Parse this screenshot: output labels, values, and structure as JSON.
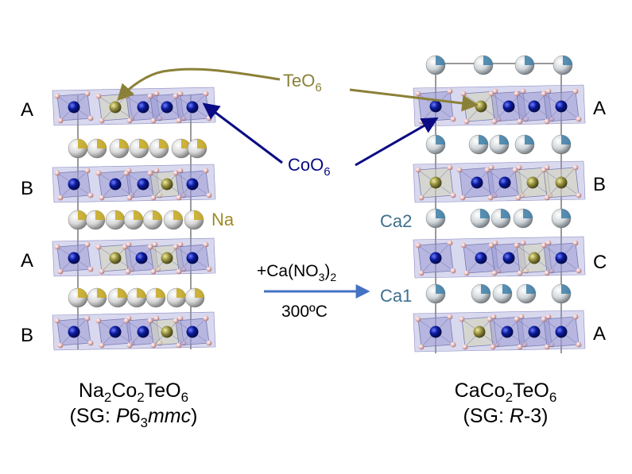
{
  "left_structure": {
    "layers": [
      "A",
      "B",
      "A",
      "B"
    ],
    "na_label": "Na",
    "formula": {
      "p1": "Na",
      "s1": "2",
      "p2": "Co",
      "s2": "2",
      "p3": "TeO",
      "s3": "6"
    },
    "space_group": {
      "prefix": "(SG: ",
      "p": "P",
      "six": "6",
      "sub3": "3",
      "mmc": "mmc",
      "suffix": ")"
    }
  },
  "right_structure": {
    "layers": [
      "A",
      "B",
      "C",
      "A"
    ],
    "ca2_label": "Ca2",
    "ca1_label": "Ca1",
    "formula": {
      "p1": "CaCo",
      "s1": "2",
      "p2": "TeO",
      "s2": "6"
    },
    "space_group": {
      "prefix": "(SG: ",
      "r": "R",
      "suffix": "-3)"
    }
  },
  "labels": {
    "teo6": {
      "base": "TeO",
      "sub": "6"
    },
    "coo6": {
      "base": "CoO",
      "sub": "6"
    }
  },
  "reaction": {
    "reagent": {
      "pre": "+Ca(NO",
      "sub": "3",
      "close": ")",
      "sub2": "2"
    },
    "condition": "300ºC"
  },
  "colors": {
    "teo6_label": "#8b8038",
    "coo6_label": "#0a0a85",
    "ca_label": "#3e6f8e",
    "na_label": "#9d8b25",
    "reaction_arrow": "#4472c4",
    "co_atom": "#0a1a9a",
    "te_atom": "#8f8a3a",
    "oxygen_atom": "#e7b8b8",
    "co_octahedron": "#9a9ad4",
    "te_octahedron": "#d6d6b8"
  }
}
